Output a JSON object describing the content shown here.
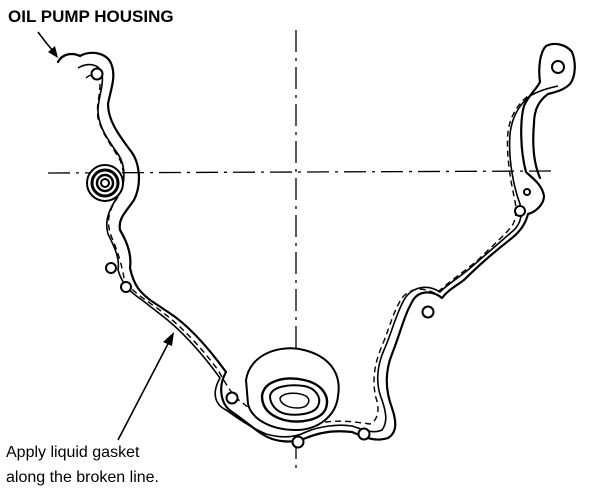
{
  "labels": {
    "title": "OIL PUMP HOUSING",
    "note_line1": "Apply liquid gasket",
    "note_line2": "along the broken line."
  },
  "icons": {
    "housing": "oil-pump-housing-outline",
    "seal": "oil-seal-icon",
    "arrow": "leader-arrow"
  }
}
